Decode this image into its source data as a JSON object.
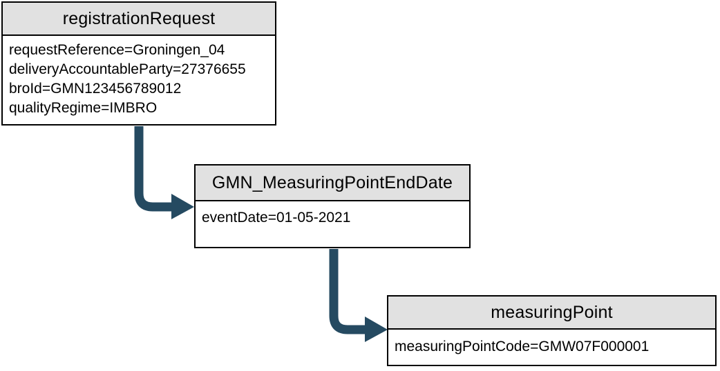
{
  "diagram": {
    "colors": {
      "arrow": "#254a61",
      "header_fill": "#e1e1e1",
      "border": "#000000",
      "background": "#ffffff"
    },
    "boxes": [
      {
        "title": "registrationRequest",
        "lines": [
          "requestReference=Groningen_04",
          "deliveryAccountableParty=27376655",
          "broId=GMN123456789012",
          "qualityRegime=IMBRO"
        ]
      },
      {
        "title": "GMN_MeasuringPointEndDate",
        "lines": [
          "eventDate=01-05-2021"
        ]
      },
      {
        "title": "measuringPoint",
        "lines": [
          "measuringPointCode=GMW07F000001"
        ]
      }
    ]
  }
}
